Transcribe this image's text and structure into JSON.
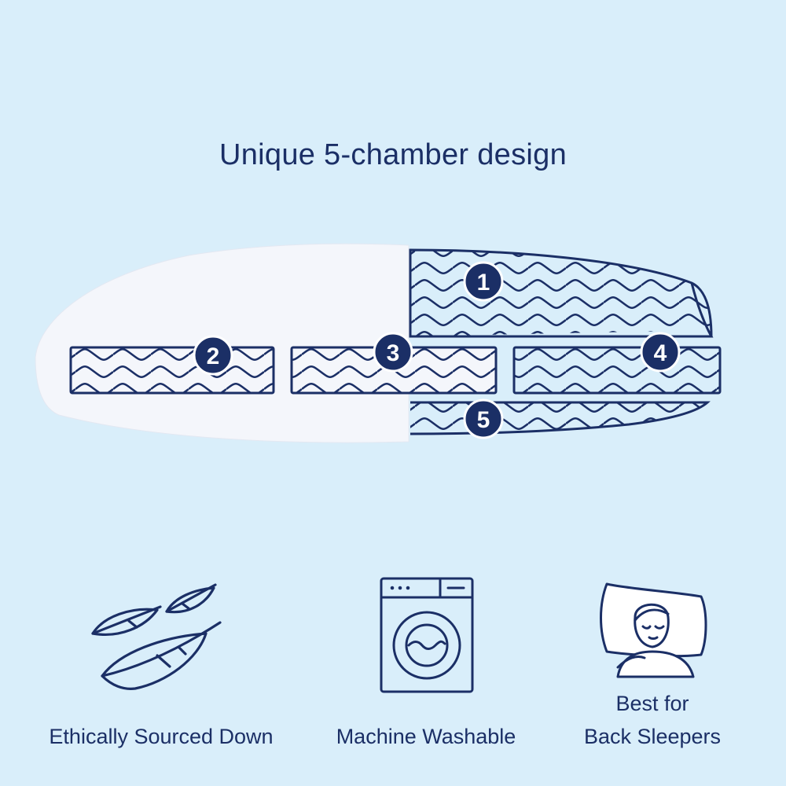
{
  "headline": "Unique 5-chamber design",
  "colors": {
    "navy": "#1b2f66",
    "background": "#d9eefa",
    "pillow": "#f4f6fb"
  },
  "chambers": [
    {
      "label": "1"
    },
    {
      "label": "2"
    },
    {
      "label": "3"
    },
    {
      "label": "4"
    },
    {
      "label": "5"
    }
  ],
  "features": [
    {
      "icon": "feather-icon",
      "lines": [
        "Ethically Sourced Down"
      ]
    },
    {
      "icon": "washing-machine-icon",
      "lines": [
        "Machine Washable"
      ]
    },
    {
      "icon": "back-sleeper-icon",
      "lines": [
        "Best for",
        "Back Sleepers"
      ]
    }
  ]
}
